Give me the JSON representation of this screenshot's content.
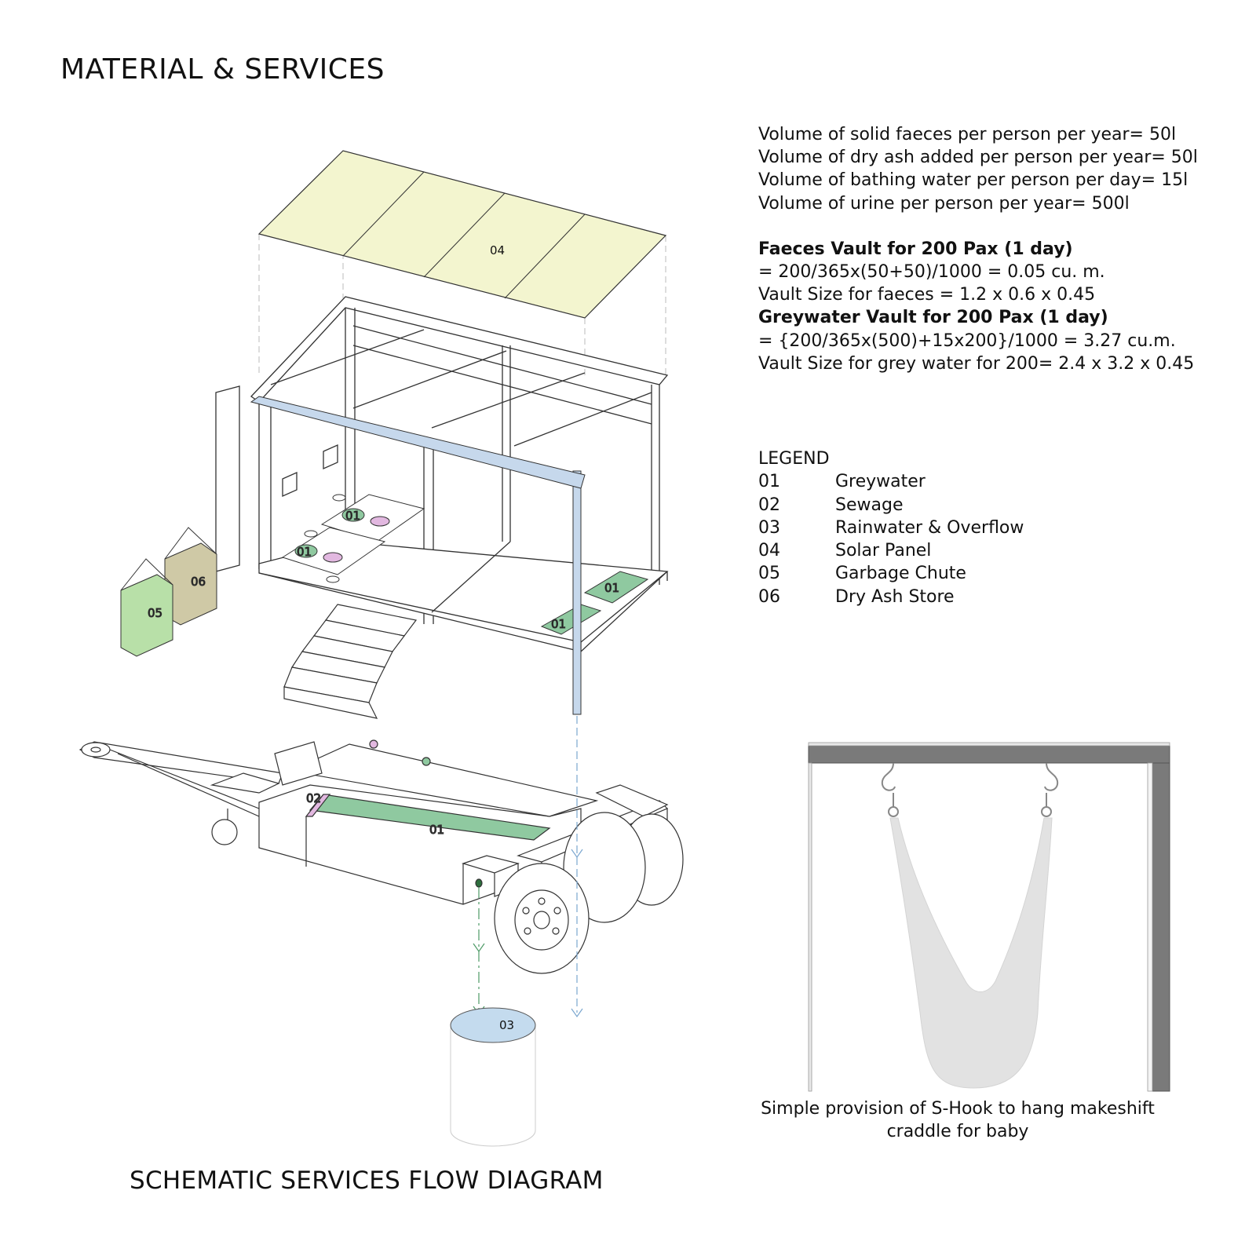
{
  "page": {
    "title": "MATERIAL & SERVICES",
    "caption": "SCHEMATIC SERVICES FLOW DIAGRAM"
  },
  "calculations": {
    "lines": [
      "Volume of solid faeces per person per year= 50l",
      "Volume of dry ash added per person per year= 50l",
      "Volume of bathing water per person per day= 15l",
      "Volume of urine per person per year= 500l"
    ],
    "faeces_heading": "Faeces Vault for 200 Pax (1 day)",
    "faeces_formula": "= 200/365x(50+50)/1000 = 0.05 cu. m.",
    "faeces_size": "Vault Size for faeces = 1.2 x 0.6 x 0.45",
    "grey_heading": "Greywater Vault for 200 Pax (1 day)",
    "grey_formula": "= {200/365x(500)+15x200}/1000 = 3.27 cu.m.",
    "grey_size": "Vault Size for grey water for 200= 2.4 x 3.2 x 0.45"
  },
  "legend": {
    "heading": "LEGEND",
    "items": [
      {
        "code": "01",
        "label": "Greywater"
      },
      {
        "code": "02",
        "label": "Sewage"
      },
      {
        "code": "03",
        "label": "Rainwater & Overflow"
      },
      {
        "code": "04",
        "label": "Solar Panel"
      },
      {
        "code": "05",
        "label": "Garbage Chute"
      },
      {
        "code": "06",
        "label": "Dry Ash Store"
      }
    ]
  },
  "diagram_labels": {
    "solar_panel": "04",
    "greywater": "01",
    "sewage": "02",
    "rainwater": "03",
    "garbage": "05",
    "dry_ash": "06"
  },
  "cradle": {
    "caption": "Simple provision of S-Hook to hang makeshift craddle for baby"
  },
  "colors": {
    "solar_panel": "#f3f5cf",
    "greywater": "#8fc9a0",
    "sewage": "#e2b8e0",
    "rainwater": "#c4dbee",
    "garbage": "#b8e0a8",
    "dry_ash": "#cfc9a6",
    "downpipe": "#c6d8ec",
    "frame": "#7a7a7a",
    "cradle": "#e2e2e2"
  }
}
